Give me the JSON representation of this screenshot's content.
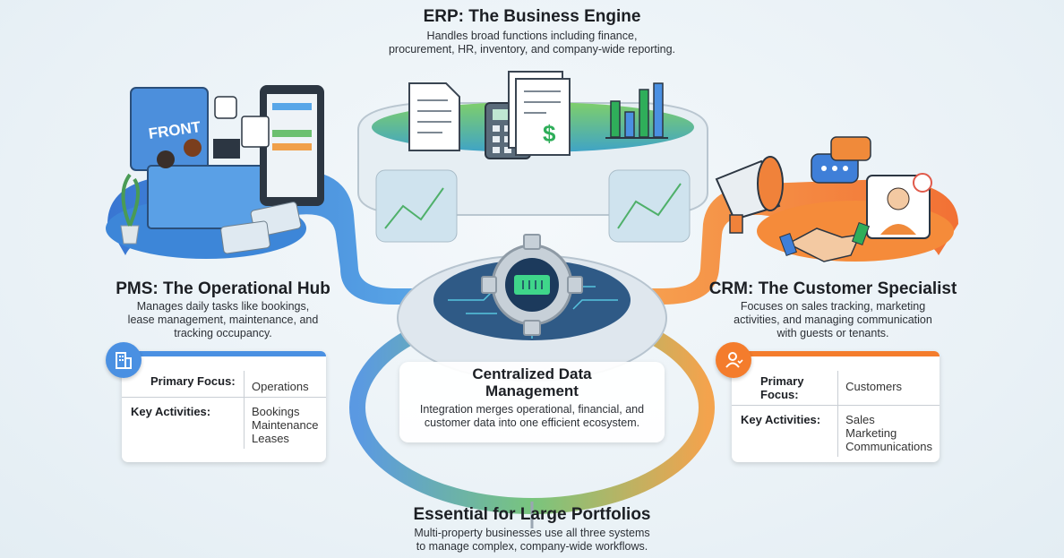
{
  "erp": {
    "title": "ERP: The Business Engine",
    "desc_line1": "Handles broad functions including finance,",
    "desc_line2": "procurement, HR, inventory, and company-wide reporting."
  },
  "pms": {
    "title": "PMS: The Operational Hub",
    "desc_line1": "Manages daily tasks like bookings,",
    "desc_line2": "lease management, maintenance, and",
    "desc_line3": "tracking occupancy.",
    "sign_text": "FRONT",
    "card": {
      "primary_label": "Primary Focus:",
      "primary_value": "Operations",
      "activities_label": "Key Activities:",
      "activities": [
        "Bookings",
        "Maintenance",
        "Leases"
      ]
    }
  },
  "crm": {
    "title": "CRM: The Customer Specialist",
    "desc_line1": "Focuses on sales tracking, marketing",
    "desc_line2": "activities, and managing communication",
    "desc_line3": "with guests or tenants.",
    "card": {
      "primary_label": "Primary Focus:",
      "primary_value": "Customers",
      "activities_label": "Key Activities:",
      "activities": [
        "Sales",
        "Marketing",
        "Communications"
      ]
    }
  },
  "center": {
    "title_line1": "Centralized Data",
    "title_line2": "Management",
    "desc_line1": "Integration merges operational, financial, and",
    "desc_line2": "customer data into one efficient ecosystem."
  },
  "bottom": {
    "title": "Essential for Large Portfolios",
    "desc_line1": "Multi-property businesses use all three systems",
    "desc_line2": "to manage complex, company-wide workflows."
  },
  "colors": {
    "pms_blue": "#3b82d6",
    "erp_green": "#5cb85c",
    "crm_orange": "#f47c2c"
  }
}
